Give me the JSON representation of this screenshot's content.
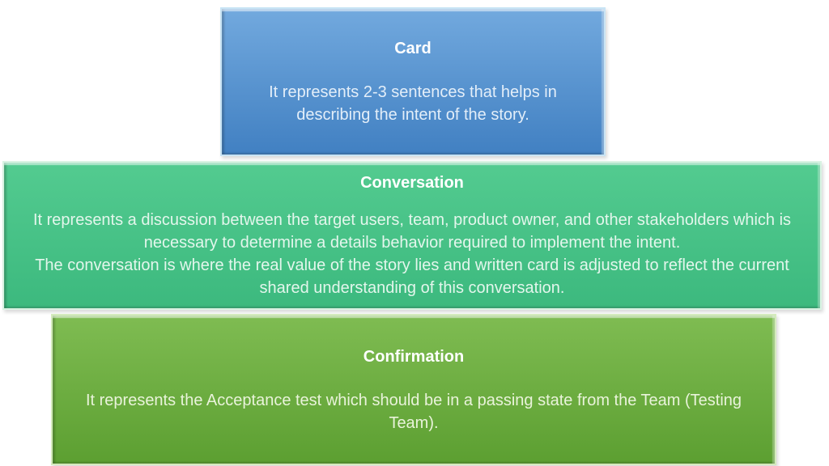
{
  "cards": [
    {
      "id": "card",
      "title": "Card",
      "body": "It represents 2-3 sentences that helps in describing the intent of the story.",
      "colors": {
        "top": "#72A9DE",
        "bottom": "#4180C2",
        "border": "#C8E4F5",
        "title_text": "#FFFFFF",
        "body_text": "#E3EEF9"
      }
    },
    {
      "id": "conversation",
      "title": "Conversation",
      "body": "It represents a discussion between the target users, team, product owner, and other stakeholders which is necessary to determine a details behavior required to implement the intent.",
      "body2": "The conversation is where the real value of the story lies and written card is adjusted to reflect the current shared understanding of this conversation.",
      "colors": {
        "top": "#53CB90",
        "bottom": "#3CB97E",
        "border": "#D9F3E3",
        "title_text": "#FFFFFF",
        "body_text": "#E3F6EC"
      }
    },
    {
      "id": "confirmation",
      "title": "Confirmation",
      "body": "It represents the Acceptance test which should be in a passing state from the Team (Testing Team).",
      "colors": {
        "top": "#7FBC52",
        "bottom": "#5C9F31",
        "border": "#D4EBBC",
        "title_text": "#FFFFFF",
        "body_text": "#E9F3DA"
      }
    }
  ]
}
